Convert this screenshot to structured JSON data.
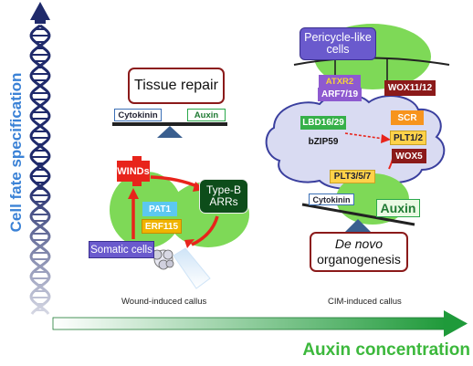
{
  "y_axis_label": "Cell fate specification",
  "x_axis_label": "Auxin concentration",
  "left_panel": {
    "caption": "Wound-induced callus",
    "tissue_repair": "Tissue repair",
    "balance": {
      "left": "Cytokinin",
      "right": "Auxin"
    },
    "winds": "WINDs",
    "type_b_arrs": "Type-B\nARRs",
    "pat1": "PAT1",
    "erf115": "ERF115",
    "somatic_cells": "Somatic cells"
  },
  "right_panel": {
    "caption": "CIM-induced callus",
    "pericycle": "Pericycle-like\ncells",
    "atxr2": "ATXR2",
    "arf": "ARF7/19",
    "wox11": "WOX11/12",
    "lbd": "LBD16/29",
    "bzip": "bZIP59",
    "scr": "SCR",
    "plt12": "PLT1/2",
    "wox5": "WOX5",
    "plt357": "PLT3/5/7",
    "balance": {
      "left": "Cytokinin",
      "right": "Auxin"
    },
    "de_novo_1": "De novo",
    "de_novo_2": "organogenesis"
  },
  "colors": {
    "axis_blue": "#3b82d6",
    "dna_navy": "#1f2a6b",
    "arrow_green": "#2aa84a",
    "axis_label_green": "#3cb83c",
    "leaf_green": "#7ed957",
    "red_arrow": "#e8241b",
    "purple_box": "#6a5acd",
    "dark_red_box": "#8b1a1a",
    "orange_box": "#f7941d",
    "yellow_box": "#ffd24a"
  }
}
